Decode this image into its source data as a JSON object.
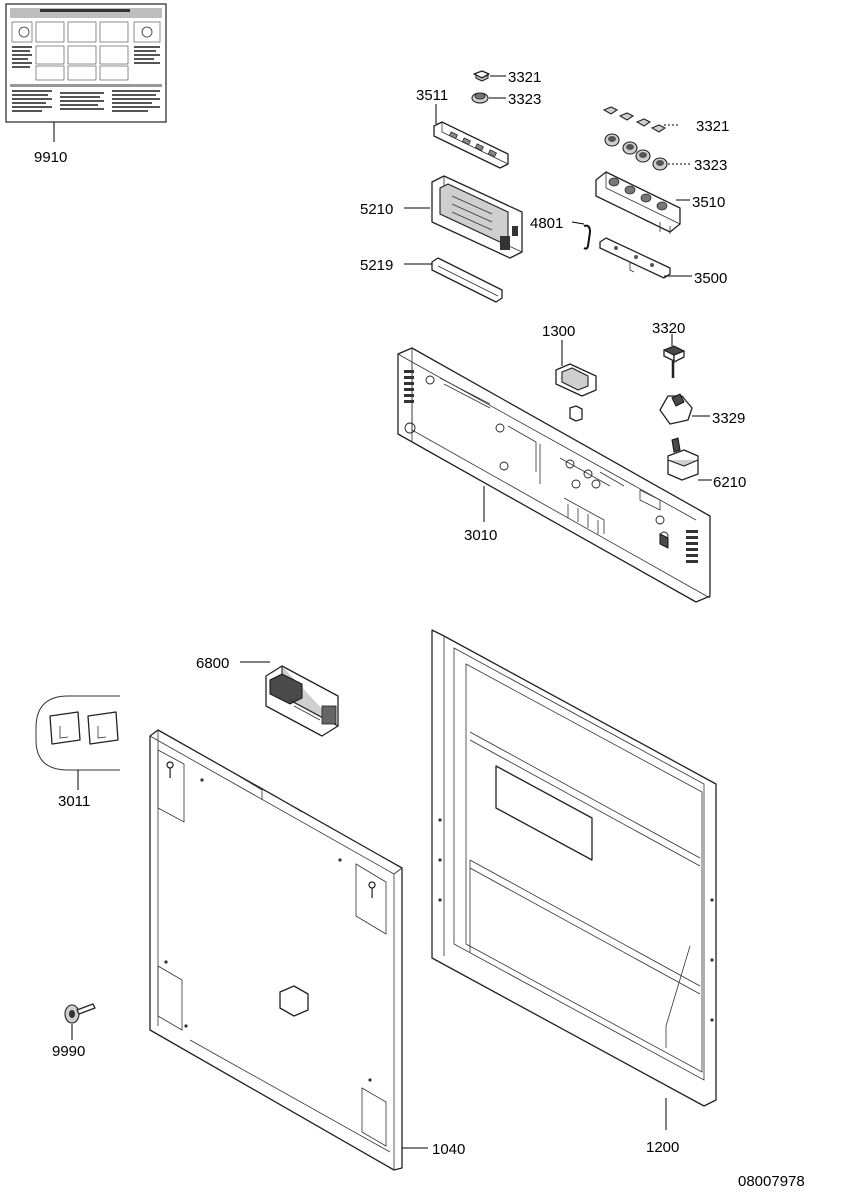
{
  "labels": {
    "p9910": "9910",
    "p3321a": "3321",
    "p3323a": "3323",
    "p3511": "3511",
    "p3321b": "3321",
    "p3323b": "3323",
    "p5210": "5210",
    "p3510": "3510",
    "p4801": "4801",
    "p5219": "5219",
    "p3500": "3500",
    "p1300": "1300",
    "p3320": "3320",
    "p3329": "3329",
    "p6210": "6210",
    "p3010": "3010",
    "p6800": "6800",
    "p3011": "3011",
    "p9990": "9990",
    "p1040": "1040",
    "p1200": "1200",
    "drawing_number": "08007978"
  }
}
